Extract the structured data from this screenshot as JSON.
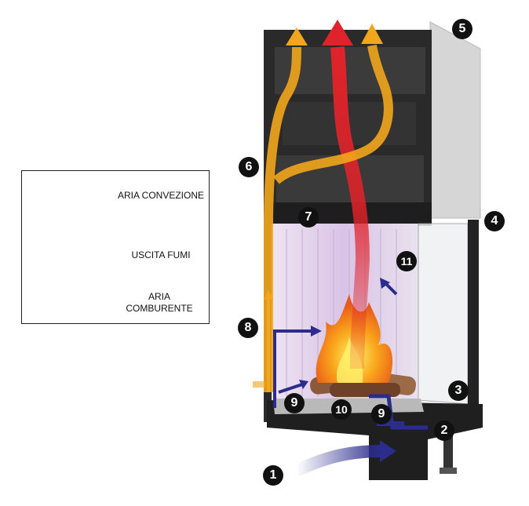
{
  "legend": {
    "items": [
      {
        "label": "ARIA CONVEZIONE",
        "color": "#f2a61c"
      },
      {
        "label": "USCITA FUMI",
        "color": "#e0232a"
      },
      {
        "label": "ARIA COMBURENTE",
        "color": "#2b2c8c"
      }
    ]
  },
  "callouts": [
    "1",
    "2",
    "3",
    "4",
    "5",
    "6",
    "7",
    "8",
    "9",
    "9",
    "10",
    "11"
  ],
  "colors": {
    "convection": "#f2a61c",
    "smoke": "#e0232a",
    "combustion": "#2b2c8c",
    "body": "#2a2a2a",
    "panel": "#d6d6d6"
  }
}
